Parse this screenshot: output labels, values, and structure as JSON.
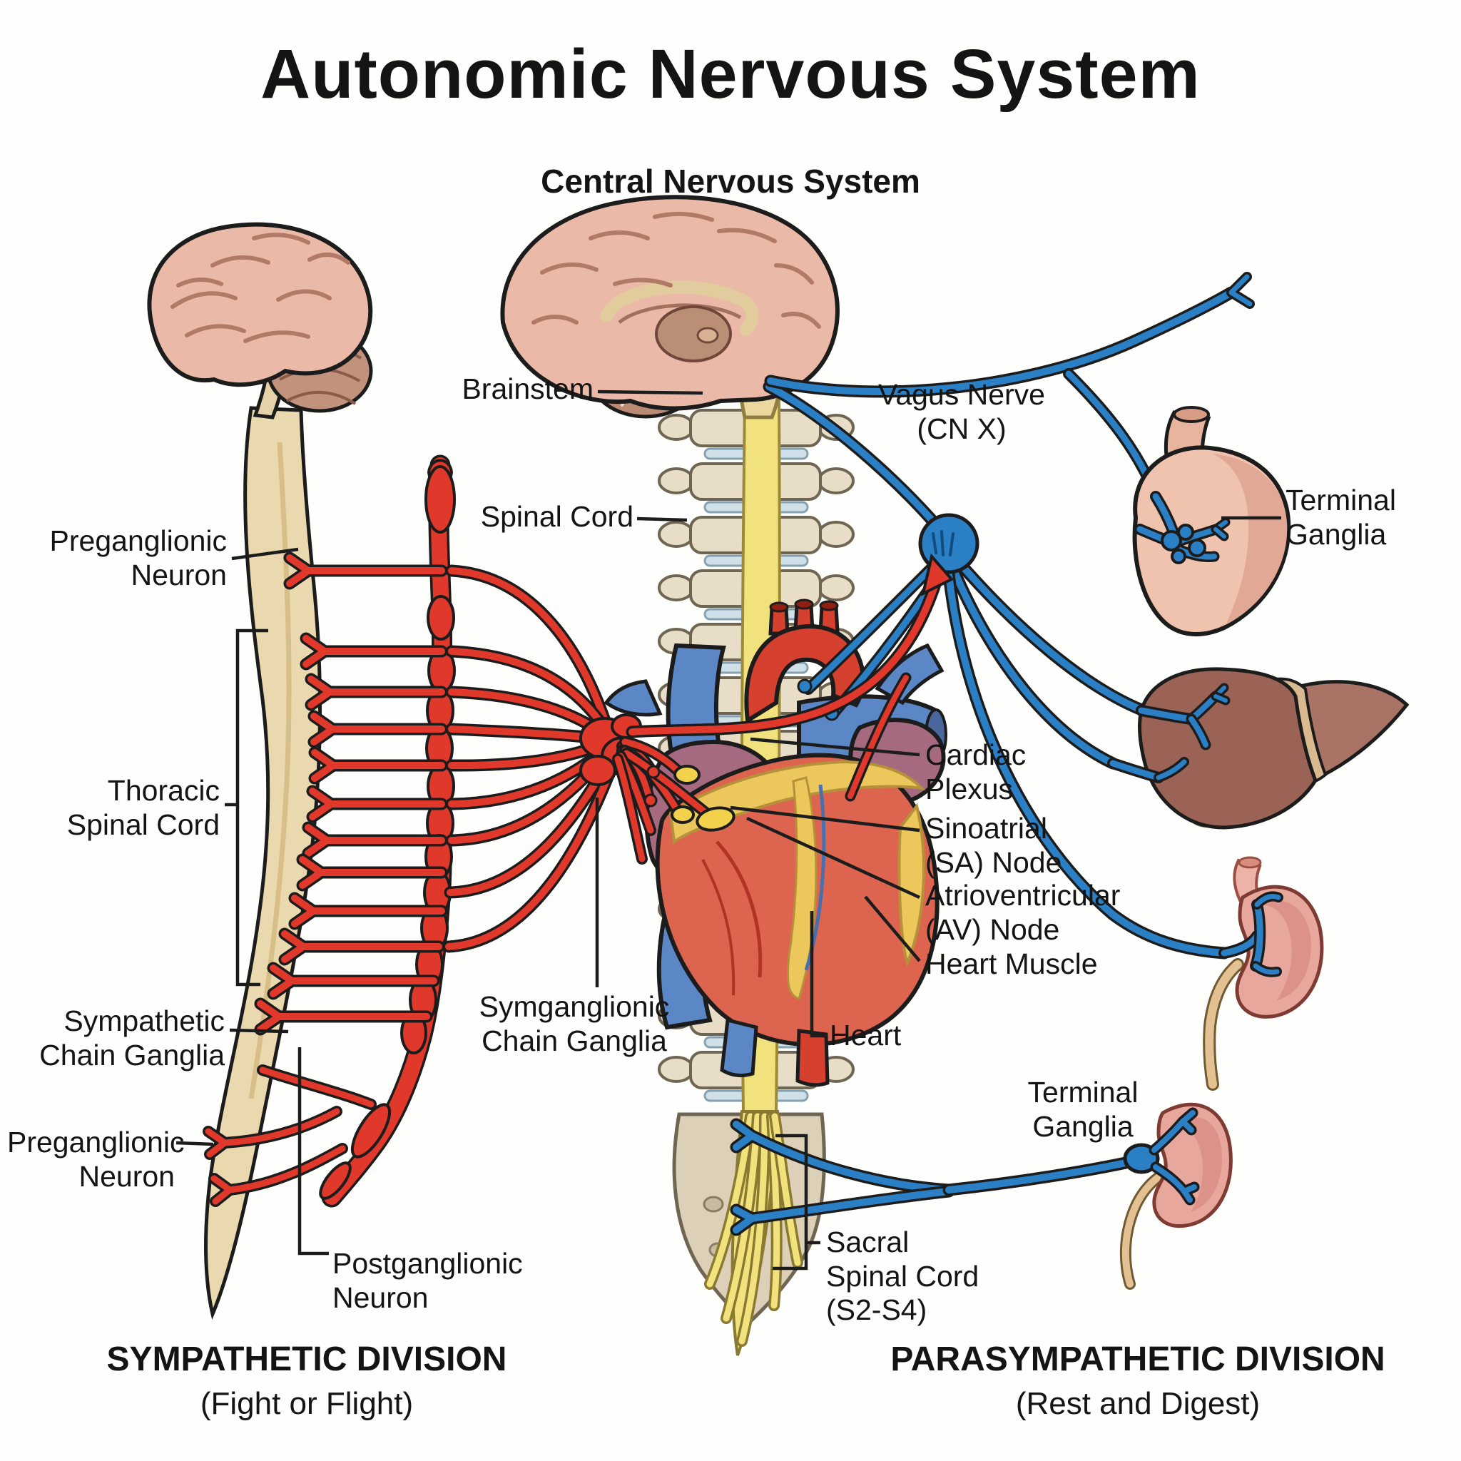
{
  "title": "Autonomic Nervous System",
  "subtitle": "Central Nervous System",
  "divisions": {
    "sympathetic": {
      "name": "SYMPATHETIC DIVISION",
      "tagline": "(Fight or Flight)",
      "color": "#e0392b"
    },
    "parasympathetic": {
      "name": "PARASYMPATHETIC DIVISION",
      "tagline": "(Rest and Digest)",
      "color": "#2b7fc4"
    }
  },
  "labels": {
    "brainstem": "Brainstem",
    "spinal_cord": "Spinal Cord",
    "vagus_nerve": "Vagus Nerve\n(CN X)",
    "terminal_ganglia_upper": "Terminal\nGanglia",
    "preganglionic_neuron_upper": "Preganglionic\nNeuron",
    "thoracic_spinal_cord": "Thoracic\nSpinal Cord",
    "sympathetic_chain_ganglia": "Sympathetic\nChain Ganglia",
    "preganglionic_neuron_lower": "Preganglionic\nNeuron",
    "postganglionic_neuron": "Postganglionic\nNeuron",
    "symganglionic_chain_ganglia": "Symganglionic\nChain Ganglia",
    "cardiac_plexus": "Cardiac\nPlexus",
    "sinoatrial_node": "Sinoatrial\n(SA) Node",
    "atrioventricular_node": "Atrioventricular\n(AV) Node",
    "heart_muscle": "Heart Muscle",
    "heart": "Heart",
    "sacral_spinal_cord": "Sacral\nSpinal Cord\n(S2-S4)",
    "terminal_ganglia_lower": "Terminal\nGanglia"
  },
  "colors": {
    "sympathetic_red": "#e0392b",
    "parasympathetic_blue": "#2b7fc4",
    "cns_cord_yellow": "#f2e27d",
    "left_cord_tan": "#ead9ae",
    "outline": "#1c1c1c"
  }
}
